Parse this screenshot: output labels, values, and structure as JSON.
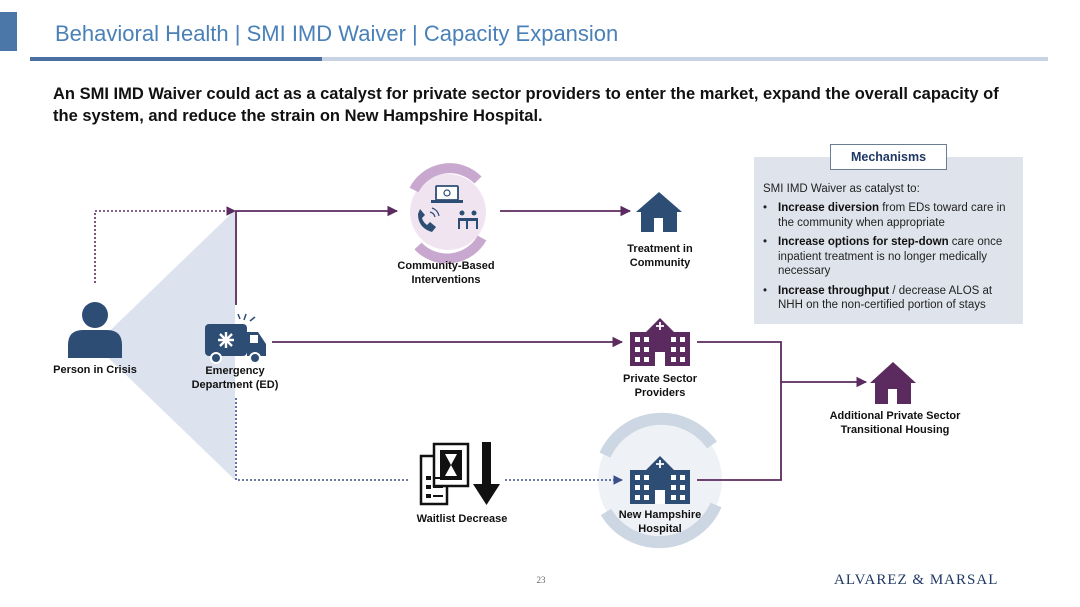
{
  "header": {
    "title": "Behavioral Health | SMI IMD Waiver | Capacity Expansion"
  },
  "headline": "An SMI IMD Waiver could act as a catalyst for private sector providers to enter the market, expand the overall capacity of the system, and reduce the strain on New Hampshire Hospital.",
  "diagram": {
    "person": "Person in Crisis",
    "ed": "Emergency Department (ED)",
    "community": "Community-Based Interventions",
    "treatment": "Treatment in Community",
    "private": "Private Sector Providers",
    "waitlist": "Waitlist Decrease",
    "nhh": "New Hampshire Hospital",
    "housing": "Additional Private Sector Transitional Housing"
  },
  "mechanisms": {
    "title": "Mechanisms",
    "intro": "SMI IMD Waiver as catalyst to:",
    "items": [
      {
        "bold": "Increase diversion",
        "rest": " from EDs toward care in the community when appropriate"
      },
      {
        "bold": "Increase options for step-down",
        "rest": " care once inpatient treatment is no longer medically necessary"
      },
      {
        "bold": "Increase throughput",
        "rest": " / decrease ALOS at NHH on the non-certified portion of stays"
      }
    ]
  },
  "footer": {
    "page": "23",
    "logo": "ALVAREZ & MARSAL"
  },
  "colors": {
    "title": "#4a80b8",
    "navy": "#1f3864",
    "flow": "#5b2a5f",
    "icon": "#2e4d75",
    "accent": "#4a76a8"
  }
}
